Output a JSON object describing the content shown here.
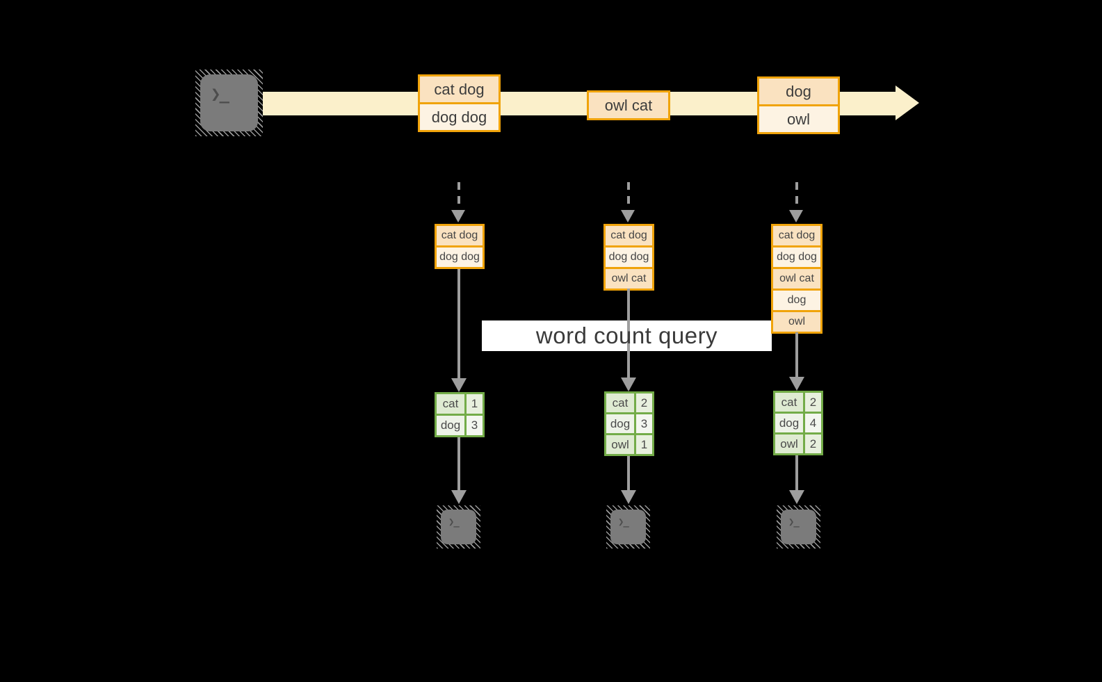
{
  "diagram": {
    "stream": {
      "source_icon": "terminal",
      "events": [
        {
          "lines": [
            "cat dog",
            "dog dog"
          ]
        },
        {
          "lines": [
            "owl cat"
          ]
        },
        {
          "lines": [
            "dog",
            "owl"
          ]
        }
      ]
    },
    "query_label": "word count query",
    "state_buffers": [
      {
        "rows": [
          "cat dog",
          "dog dog"
        ]
      },
      {
        "rows": [
          "cat dog",
          "dog dog",
          "owl cat"
        ]
      },
      {
        "rows": [
          "cat dog",
          "dog dog",
          "owl cat",
          "dog",
          "owl"
        ]
      }
    ],
    "count_tables": [
      {
        "rows": [
          {
            "word": "cat",
            "count": "1"
          },
          {
            "word": "dog",
            "count": "3"
          }
        ]
      },
      {
        "rows": [
          {
            "word": "cat",
            "count": "2"
          },
          {
            "word": "dog",
            "count": "3"
          },
          {
            "word": "owl",
            "count": "1"
          }
        ]
      },
      {
        "rows": [
          {
            "word": "cat",
            "count": "2"
          },
          {
            "word": "dog",
            "count": "4"
          },
          {
            "word": "owl",
            "count": "2"
          }
        ]
      }
    ],
    "terminal_glyph": "❯_",
    "colors": {
      "stream_fill": "#FBF0CB",
      "event_border": "#F0A30A",
      "event_fill_dark": "#FAE2C0",
      "event_fill_light": "#FDF3E3",
      "table_border": "#73AC48",
      "table_fill_dark": "#DFEBD2",
      "table_fill_light": "#EEF3E8",
      "arrow_gray": "#9E9E9E",
      "terminal_fill": "#7B7B7B",
      "query_bg": "#FFFFFF",
      "text": "#3C3C3C"
    }
  }
}
